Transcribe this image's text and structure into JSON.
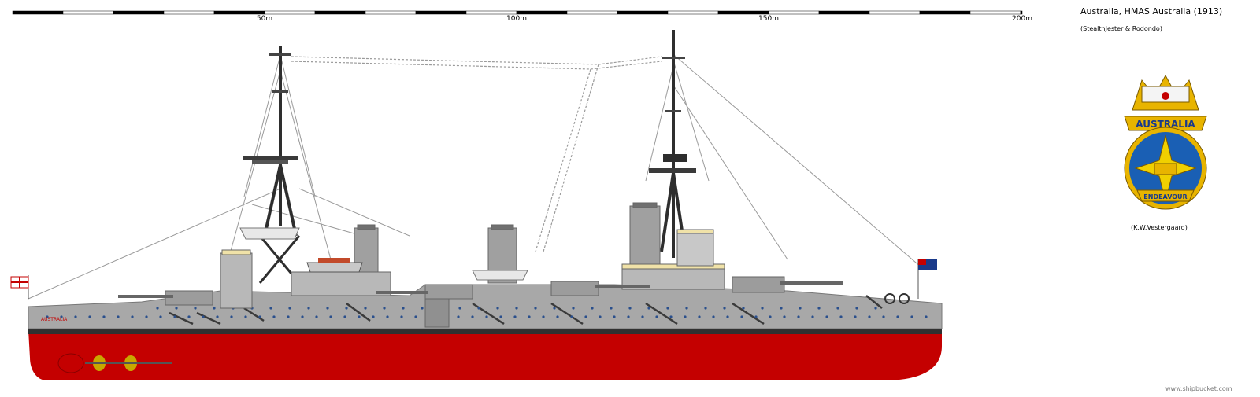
{
  "scale": {
    "labels": [
      "50m",
      "100m",
      "150m",
      "200m"
    ]
  },
  "title": "Australia, HMAS  Australia (1913)",
  "credit": "(StealthJester & Rodondo)",
  "badge": {
    "credit": "(K.W.Vestergaard)",
    "name_text": "AUSTRALIA",
    "motto_text": "ENDEAVOUR"
  },
  "ship_name_on_hull": "AUSTRALIA",
  "watermark": "www.shipbucket.com",
  "colors": {
    "hull_upper": "#a8a8a8",
    "hull_lower": "#c40000",
    "boot_topping": "#303030",
    "superstructure": "#b8b8b8",
    "deck_yellow": "#f0e2a8",
    "portholes": "#2a4f8c",
    "badge_blue": "#1a5fb4",
    "badge_gold": "#e8b400"
  }
}
